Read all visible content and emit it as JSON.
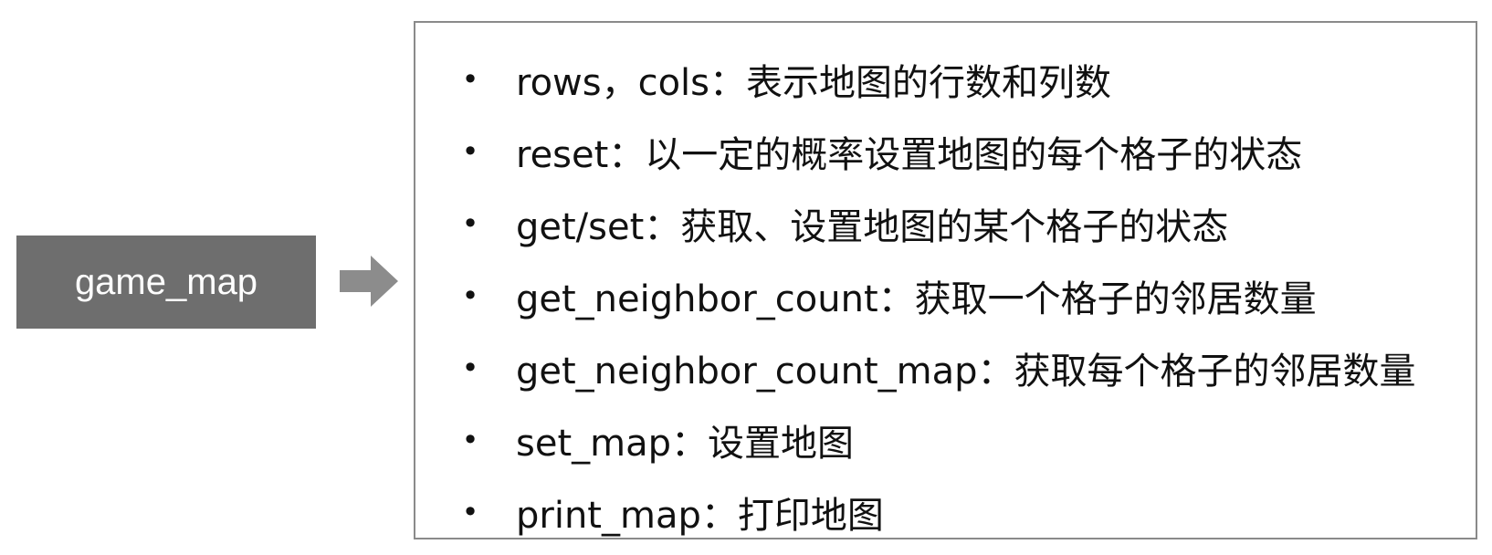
{
  "class_name": "game_map",
  "colors": {
    "class_box_fill": "#6e6e6e",
    "arrow_fill": "#8c8c8c",
    "border": "#8a8a8a",
    "text": "#111111"
  },
  "methods": [
    "rows，cols：表示地图的行数和列数",
    "reset：以一定的概率设置地图的每个格子的状态",
    "get/set：获取、设置地图的某个格子的状态",
    "get_neighbor_count：获取一个格子的邻居数量",
    "get_neighbor_count_map：获取每个格子的邻居数量",
    "set_map：设置地图",
    "print_map：打印地图"
  ],
  "bullet_glyph": "•"
}
